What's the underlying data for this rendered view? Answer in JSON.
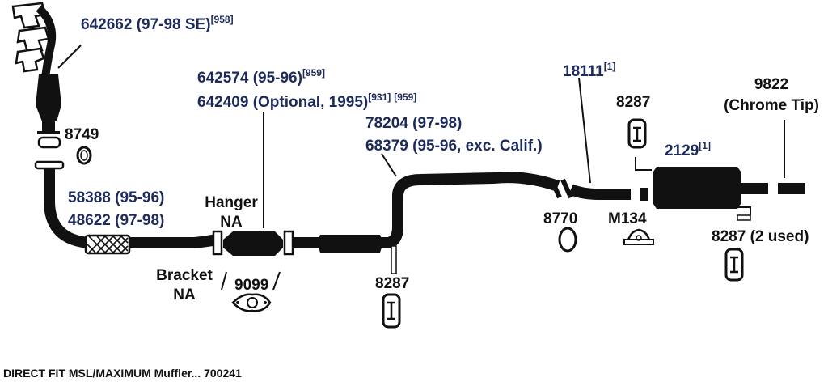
{
  "parts": {
    "exhaust_manifold": {
      "number": "642662",
      "note": "(97-98 SE)",
      "ref": "[958]"
    },
    "gasket_8749": {
      "number": "8749"
    },
    "front_pipe_a": {
      "number": "58388",
      "note": "(95-96)"
    },
    "front_pipe_b": {
      "number": "48622",
      "note": "(97-98)"
    },
    "hanger": {
      "line1": "Hanger",
      "line2": "NA"
    },
    "bracket": {
      "line1": "Bracket",
      "line2": "NA"
    },
    "gasket_9099": {
      "number": "9099"
    },
    "converter_a": {
      "number": "642574",
      "note": "(95-96)",
      "ref": "[959]"
    },
    "converter_b": {
      "number": "642409",
      "note": "(Optional, 1995)",
      "ref1": "[931]",
      "ref2": "[959]"
    },
    "intermediate_a": {
      "number": "78204",
      "note": "(97-98)"
    },
    "intermediate_b": {
      "number": "68379",
      "note": "(95-96, exc. Calif.)"
    },
    "hanger_8287_mid": {
      "number": "8287"
    },
    "gasket_8770": {
      "number": "8770"
    },
    "pipe_18111": {
      "number": "18111",
      "ref": "[1]"
    },
    "hanger_8287_top": {
      "number": "8287"
    },
    "clamp_m134": {
      "number": "M134"
    },
    "muffler": {
      "number": "2129",
      "ref": "[1]"
    },
    "tip": {
      "number": "9822",
      "note": "(Chrome Tip)"
    },
    "hanger_8287_rear": {
      "number": "8287",
      "note": "(2 used)"
    }
  },
  "footer": "DIRECT FIT MSL/MAXIMUM Muffler... 700241"
}
